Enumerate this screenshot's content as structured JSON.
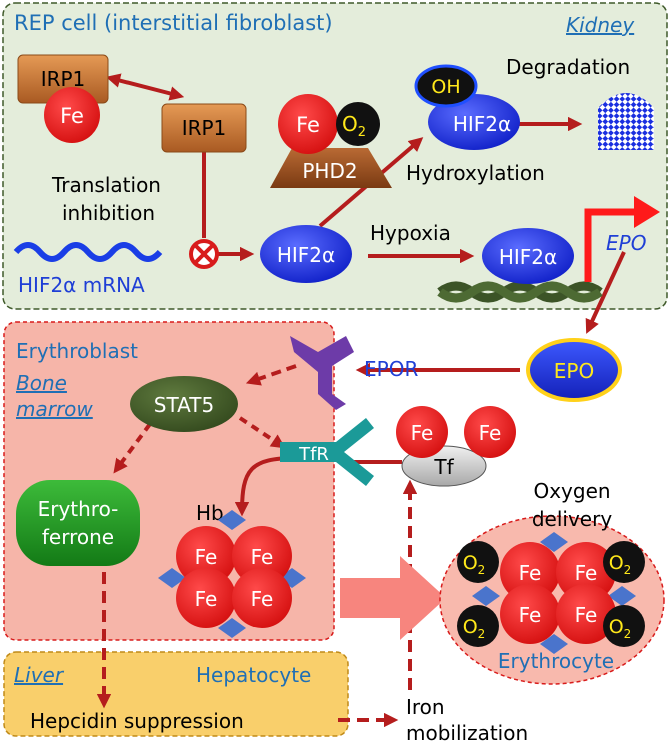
{
  "regions": {
    "rep_cell": "REP cell (interstitial fibroblast)",
    "kidney": "Kidney",
    "erythroblast": "Erythroblast",
    "bone_marrow_1": "Bone",
    "bone_marrow_2": "marrow",
    "liver": "Liver",
    "hepatocyte": "Hepatocyte"
  },
  "nodes": {
    "irp1_a": "IRP1",
    "fe": "Fe",
    "irp1_b": "IRP1",
    "fe_phd": "Fe",
    "o2": "O",
    "o2_sub": "2",
    "phd2": "PHD2",
    "oh": "OH",
    "hif_hydroxyl": "HIF2α",
    "degradation": "Degradation",
    "hydroxylation": "Hydroxylation",
    "translation_1": "Translation",
    "translation_2": "inhibition",
    "hif_mrna": "HIF2α mRNA",
    "hif_center": "HIF2α",
    "hypoxia": "Hypoxia",
    "hif_dna": "HIF2α",
    "epo_gene": "EPO",
    "epor": "EPOR",
    "epo": "EPO",
    "stat5": "STAT5",
    "tfr": "TfR",
    "tf": "Tf",
    "tf_fe1": "Fe",
    "tf_fe2": "Fe",
    "erythroferrone_1": "Erythro-",
    "erythroferrone_2": "ferrone",
    "hb": "Hb",
    "hb_fe": [
      "Fe",
      "Fe",
      "Fe",
      "Fe"
    ],
    "oxygen_1": "Oxygen",
    "oxygen_2": "delivery",
    "ery_fe": [
      "Fe",
      "Fe",
      "Fe",
      "Fe"
    ],
    "ery_o2": [
      "O",
      "O",
      "O",
      "O"
    ],
    "ery_o2_sub": "2",
    "erythrocyte": "Erythrocyte",
    "hepcidin": "Hepcidin suppression",
    "iron_1": "Iron",
    "iron_2": "mobilization"
  },
  "colors": {
    "kidney_bg": "#e4eddb",
    "marrow_bg": "#f6b5a9",
    "liver_bg": "#f9cf6b",
    "arrow": "#b51d1d",
    "hif_blue": "#1c2fd6",
    "label_blue": "#1f6fb5"
  }
}
